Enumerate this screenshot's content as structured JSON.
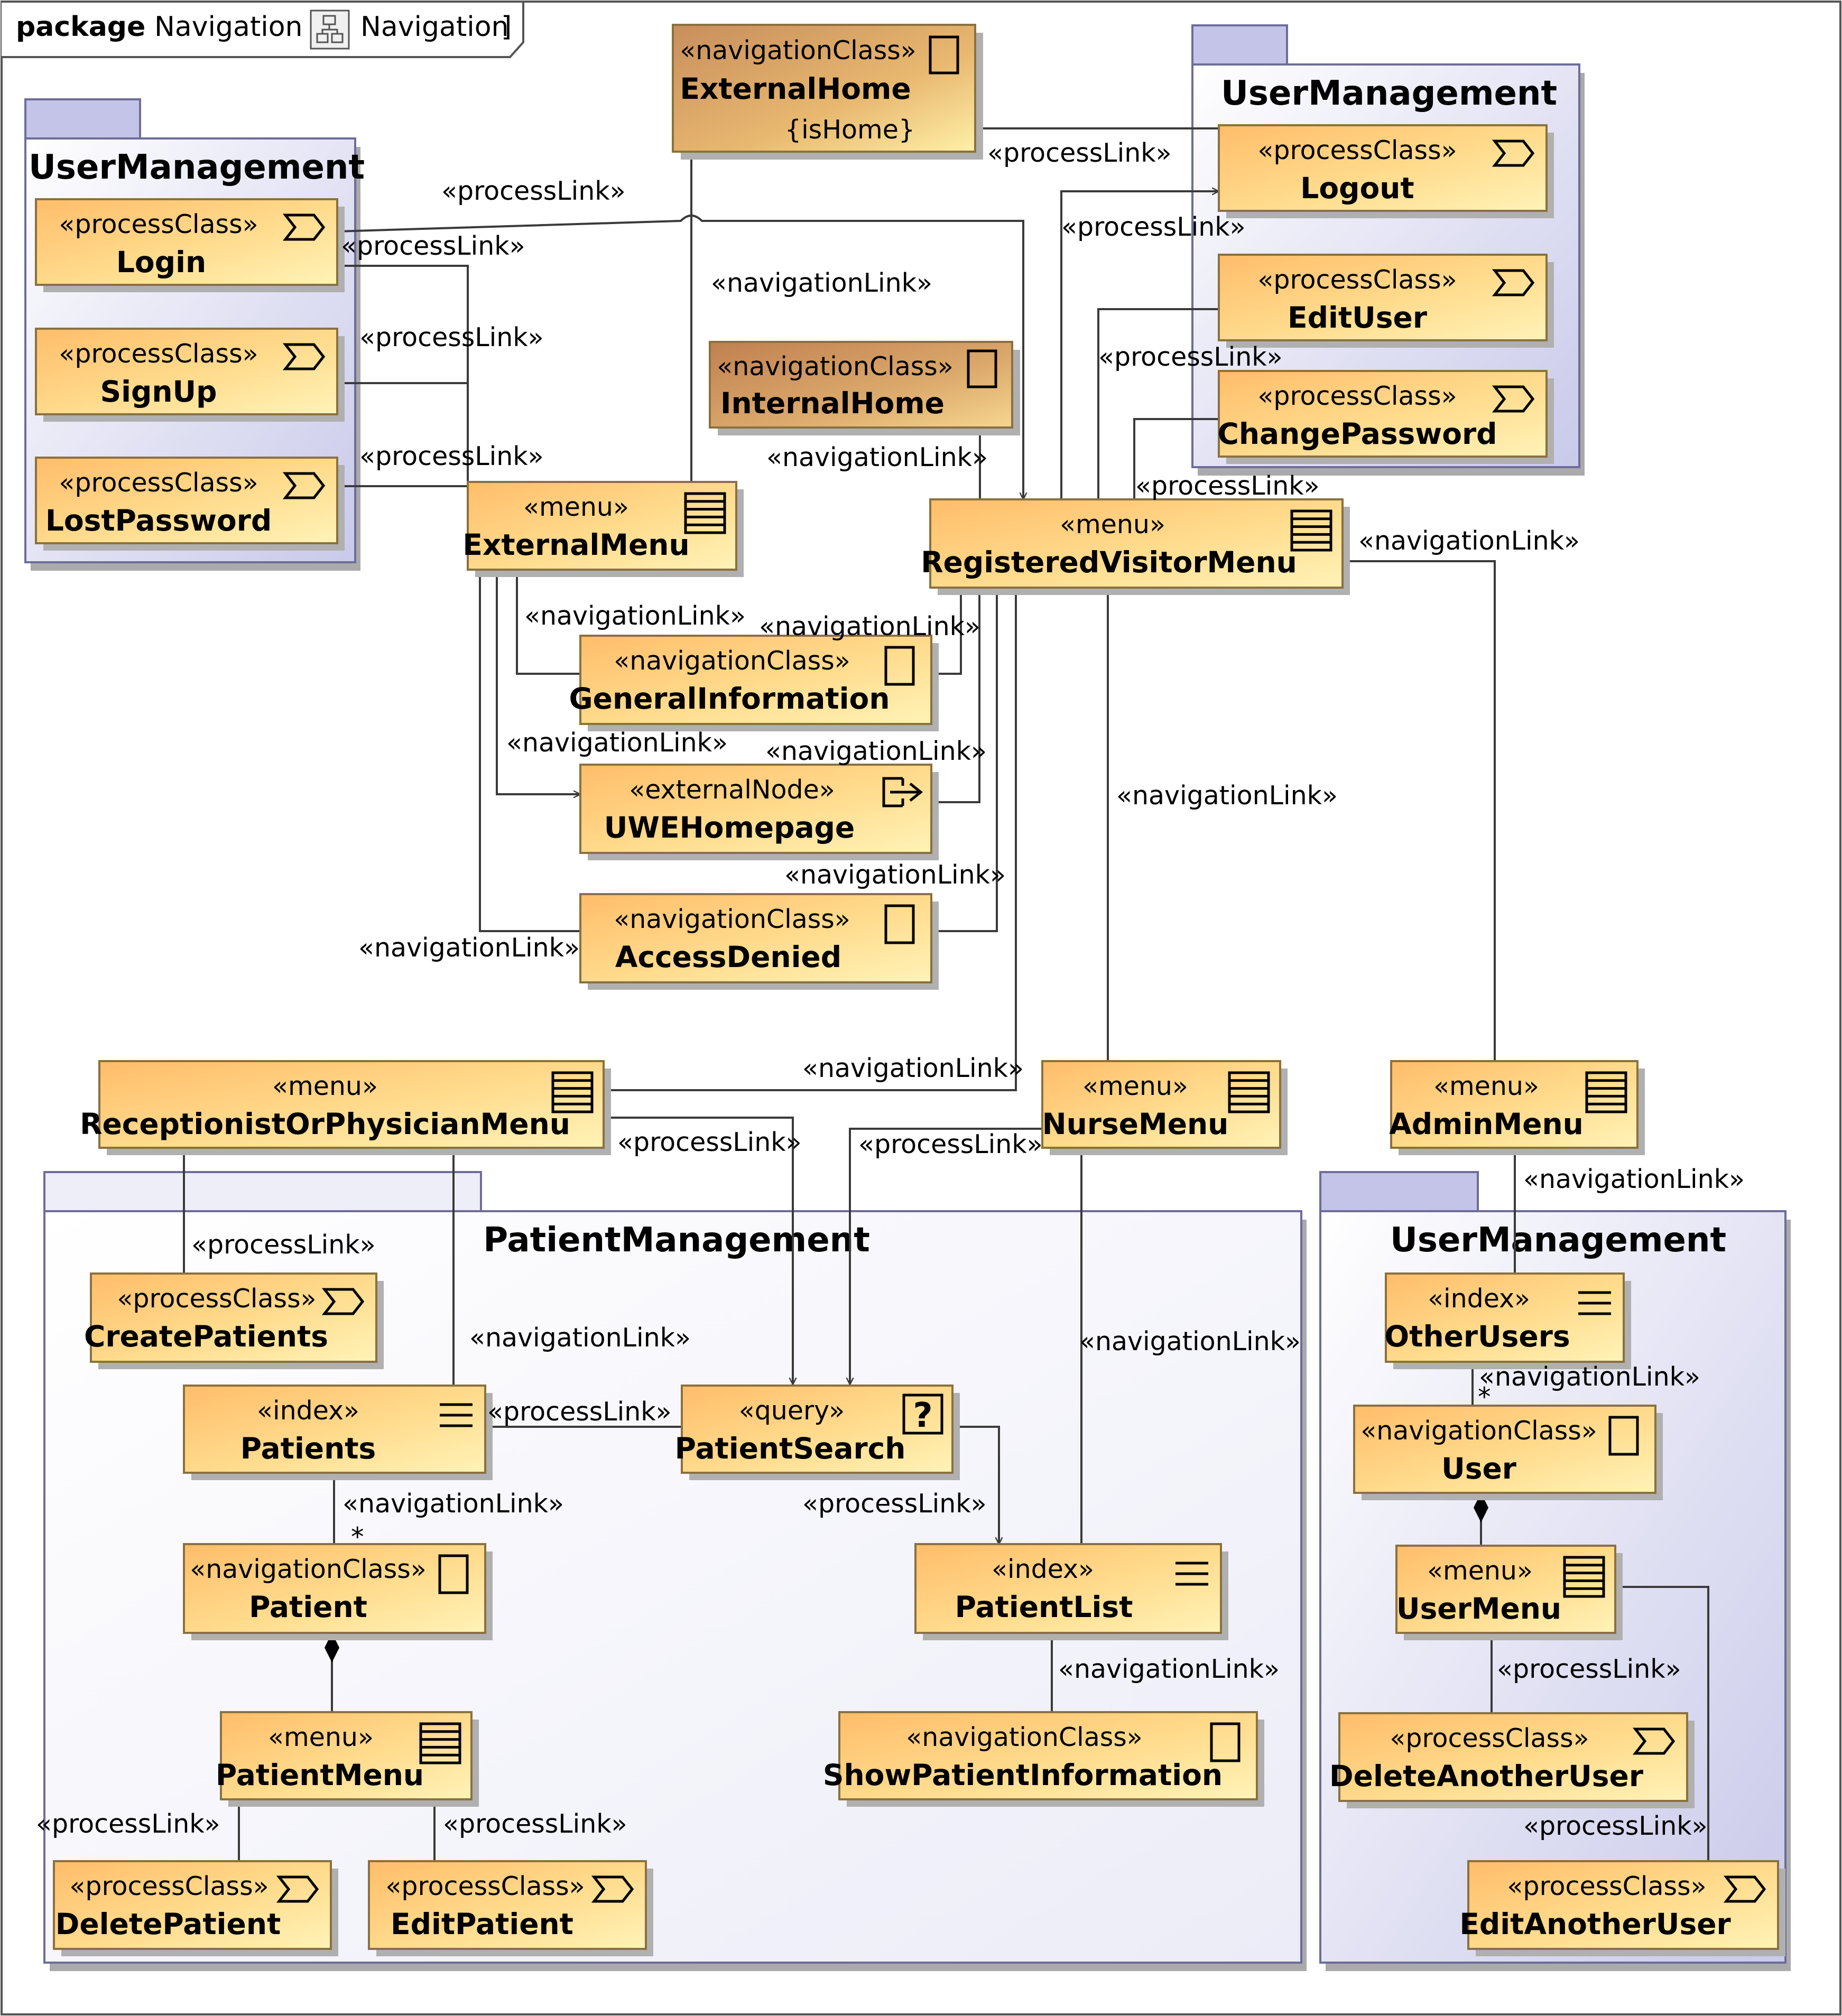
{
  "frame": {
    "keyword": "package",
    "name": "Navigation [",
    "icon_name": "Navigation",
    "close": "]",
    "icon": "package-diagram-icon"
  },
  "packages": {
    "user_mgmt_left": "UserManagement",
    "user_mgmt_top": "UserManagement",
    "user_mgmt_right": "UserManagement",
    "patient_mgmt": "PatientManagement"
  },
  "nodes": {
    "external_home": {
      "stereotype": "«navigationClass»",
      "name": "ExternalHome",
      "tag": "{isHome}",
      "icon": "navigation-class-icon"
    },
    "internal_home": {
      "stereotype": "«navigationClass»",
      "name": "InternalHome",
      "icon": "navigation-class-icon"
    },
    "login": {
      "stereotype": "«processClass»",
      "name": "Login",
      "icon": "process-class-icon"
    },
    "signup": {
      "stereotype": "«processClass»",
      "name": "SignUp",
      "icon": "process-class-icon"
    },
    "lost_password": {
      "stereotype": "«processClass»",
      "name": "LostPassword",
      "icon": "process-class-icon"
    },
    "logout": {
      "stereotype": "«processClass»",
      "name": "Logout",
      "icon": "process-class-icon"
    },
    "edit_user": {
      "stereotype": "«processClass»",
      "name": "EditUser",
      "icon": "process-class-icon"
    },
    "change_password": {
      "stereotype": "«processClass»",
      "name": "ChangePassword",
      "icon": "process-class-icon"
    },
    "external_menu": {
      "stereotype": "«menu»",
      "name": "ExternalMenu",
      "icon": "menu-icon"
    },
    "registered_visitor_menu": {
      "stereotype": "«menu»",
      "name": "RegisteredVisitorMenu",
      "icon": "menu-icon"
    },
    "general_information": {
      "stereotype": "«navigationClass»",
      "name": "GeneralInformation",
      "icon": "navigation-class-icon"
    },
    "uwe_homepage": {
      "stereotype": "«externalNode»",
      "name": "UWEHomepage",
      "icon": "external-node-icon"
    },
    "access_denied": {
      "stereotype": "«navigationClass»",
      "name": "AccessDenied",
      "icon": "navigation-class-icon"
    },
    "receptionist_menu": {
      "stereotype": "«menu»",
      "name": "ReceptionistOrPhysicianMenu",
      "icon": "menu-icon"
    },
    "nurse_menu": {
      "stereotype": "«menu»",
      "name": "NurseMenu",
      "icon": "menu-icon"
    },
    "admin_menu": {
      "stereotype": "«menu»",
      "name": "AdminMenu",
      "icon": "menu-icon"
    },
    "create_patients": {
      "stereotype": "«processClass»",
      "name": "CreatePatients",
      "icon": "process-class-icon"
    },
    "patients": {
      "stereotype": "«index»",
      "name": "Patients",
      "icon": "index-icon"
    },
    "patient_search": {
      "stereotype": "«query»",
      "name": "PatientSearch",
      "icon": "query-icon"
    },
    "patient": {
      "stereotype": "«navigationClass»",
      "name": "Patient",
      "icon": "navigation-class-icon"
    },
    "patient_list": {
      "stereotype": "«index»",
      "name": "PatientList",
      "icon": "index-icon"
    },
    "patient_menu": {
      "stereotype": "«menu»",
      "name": "PatientMenu",
      "icon": "menu-icon"
    },
    "show_patient_information": {
      "stereotype": "«navigationClass»",
      "name": "ShowPatientInformation",
      "icon": "navigation-class-icon"
    },
    "delete_patient": {
      "stereotype": "«processClass»",
      "name": "DeletePatient",
      "icon": "process-class-icon"
    },
    "edit_patient": {
      "stereotype": "«processClass»",
      "name": "EditPatient",
      "icon": "process-class-icon"
    },
    "other_users": {
      "stereotype": "«index»",
      "name": "OtherUsers",
      "icon": "index-icon"
    },
    "user": {
      "stereotype": "«navigationClass»",
      "name": "User",
      "icon": "navigation-class-icon"
    },
    "user_menu": {
      "stereotype": "«menu»",
      "name": "UserMenu",
      "icon": "menu-icon"
    },
    "delete_another_user": {
      "stereotype": "«processClass»",
      "name": "DeleteAnotherUser",
      "icon": "process-class-icon"
    },
    "edit_another_user": {
      "stereotype": "«processClass»",
      "name": "EditAnotherUser",
      "icon": "process-class-icon"
    }
  },
  "labels": {
    "pl_login_top": "«processLink»",
    "pl_login": "«processLink»",
    "pl_signup": "«processLink»",
    "pl_lostpw": "«processLink»",
    "nl_exthome": "«navigationLink»",
    "pl_logout_exthome": "«processLink»",
    "pl_rvm_logout": "«processLink»",
    "pl_edituser": "«processLink»",
    "pl_changepw": "«processLink»",
    "nl_internalhome": "«navigationLink»",
    "nl_genInfo_ext": "«navigationLink»",
    "nl_genInfo_rvm": "«navigationLink»",
    "nl_uwe_ext": "«navigationLink»",
    "nl_uwe_rvm": "«navigationLink»",
    "nl_access_rvm": "«navigationLink»",
    "nl_access_ext": "«navigationLink»",
    "nl_rvm_nurse": "«navigationLink»",
    "nl_rvm_admin": "«navigationLink»",
    "nl_rvm_recep": "«navigationLink»",
    "pl_recep_search": "«processLink»",
    "pl_nurse_search": "«processLink»",
    "pl_create_patients": "«processLink»",
    "nl_recep_patients": "«navigationLink»",
    "nl_nurse_list": "«navigationLink»",
    "pl_search_patients": "«processLink»",
    "pl_search_list": "«processLink»",
    "nl_patients_patient": "«navigationLink»",
    "mult_patient": "*",
    "nl_list_show": "«navigationLink»",
    "pl_delete_patient": "«processLink»",
    "pl_edit_patient": "«processLink»",
    "nl_admin_others": "«navigationLink»",
    "nl_others_user": "«navigationLink»",
    "mult_user": "*",
    "pl_delete_another": "«processLink»",
    "pl_edit_another": "«processLink»"
  },
  "colors": {
    "node_light": "#ffe9a8",
    "node_mid": "#ffd080",
    "node_dark": "#ffb45c",
    "home_light": "#f2c878",
    "home_dark": "#c9915c",
    "pkg_fill": "#dcdcf0",
    "pkg_tab": "#c4c4e4",
    "patient_pkg_fill": "#f6f6fc",
    "shadow": "#b8b8b8"
  }
}
